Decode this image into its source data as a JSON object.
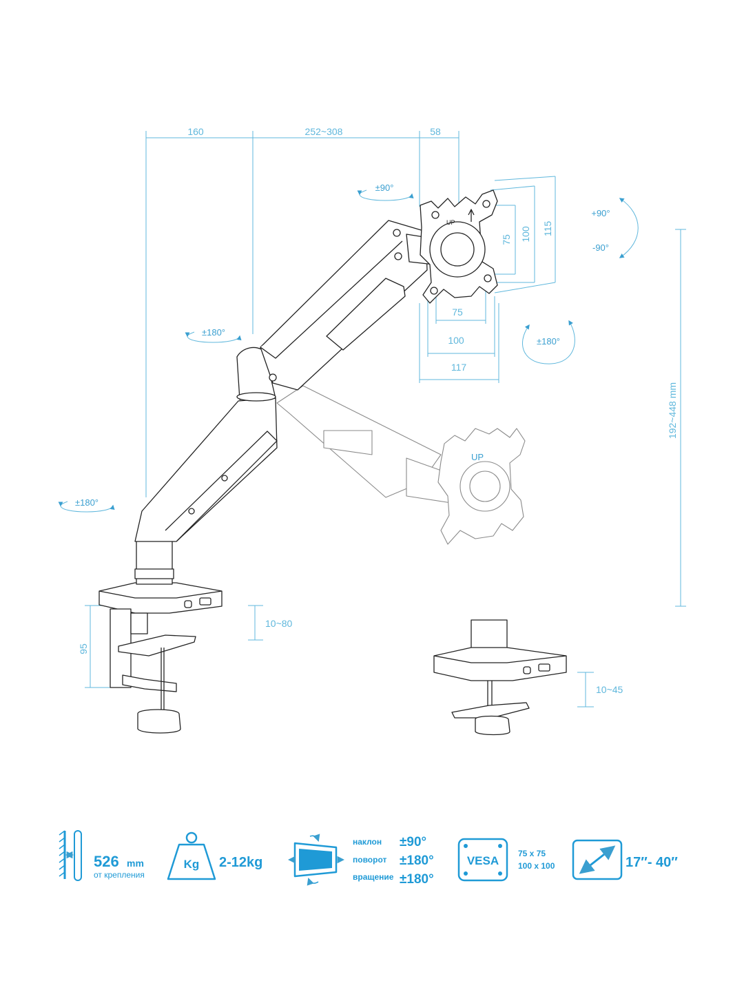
{
  "dimensions": {
    "d160": "160",
    "d252_308": "252~308",
    "d58": "58",
    "d75_v": "75",
    "d100_v": "100",
    "d115_v": "115",
    "d75_h": "75",
    "d100_h": "100",
    "d117_h": "117",
    "d192_448": "192~448 mm",
    "d10_80": "10~80",
    "d10_45": "10~45",
    "d95": "95"
  },
  "rotations": {
    "tilt_top": "±90°",
    "plus90": "+90°",
    "minus90": "-90°",
    "arm_mid": "±180°",
    "arm_base": "±180°",
    "head_swivel": "±180°"
  },
  "labels": {
    "up": "UP"
  },
  "specs": {
    "reach_value": "526",
    "reach_unit": "mm",
    "reach_caption": "от крепления",
    "weight_icon": "Kg",
    "weight_value": "2-12kg",
    "tilt_label": "наклон",
    "tilt_value": "±90°",
    "swivel_label": "поворот",
    "swivel_value": "±180°",
    "rotate_label": "вращение",
    "rotate_value": "±180°",
    "vesa_icon": "VESA",
    "vesa_1": "75 x 75",
    "vesa_2": "100 x 100",
    "screen_size": "17″- 40″"
  },
  "colors": {
    "accent": "#1f9ad6",
    "dimension": "#5fb7dc",
    "line_art": "#222222"
  }
}
